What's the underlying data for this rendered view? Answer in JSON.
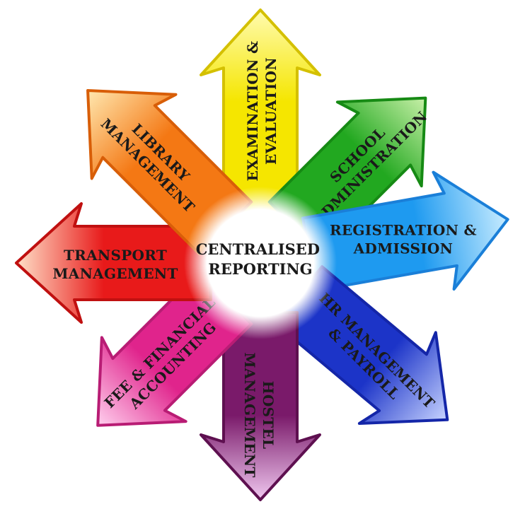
{
  "center": {
    "line1": "CENTRALISED",
    "line2": "REPORTING"
  },
  "arrows": [
    {
      "id": "examination",
      "line1": "EXAMINATION &",
      "line2": "EVALUATION",
      "color": "#f5e600",
      "edge": "#d4c000",
      "light": "#fffbb0"
    },
    {
      "id": "school",
      "line1": "SCHOOL",
      "line2": "ADMINISTRATION",
      "color": "#22a820",
      "edge": "#168a14",
      "light": "#c8f0a8"
    },
    {
      "id": "registration",
      "line1": "REGISTRATION &",
      "line2": "ADMISSION",
      "color": "#1e9af0",
      "edge": "#1a7fd8",
      "light": "#c8ecff"
    },
    {
      "id": "hr",
      "line1": "HR MANAGEMENT",
      "line2": "& PAYROLL",
      "color": "#1c34c8",
      "edge": "#1426a8",
      "light": "#c8d4ff"
    },
    {
      "id": "hostel",
      "line1": "HOSTEL",
      "line2": "MANAGEMENT",
      "color": "#7a1a6a",
      "edge": "#5e1050",
      "light": "#f0c8f0"
    },
    {
      "id": "fee",
      "line1": "FEE & FINANCIAL",
      "line2": "ACCOUNTING",
      "color": "#e0248c",
      "edge": "#b81c74",
      "light": "#ffd0ee"
    },
    {
      "id": "transport",
      "line1": "TRANSPORT",
      "line2": "MANAGEMENT",
      "color": "#e81a1a",
      "edge": "#c01010",
      "light": "#ffe0c8"
    },
    {
      "id": "library",
      "line1": "LIBRARY",
      "line2": "MANAGEMENT",
      "color": "#f47814",
      "edge": "#d85e08",
      "light": "#ffe8b0"
    }
  ]
}
